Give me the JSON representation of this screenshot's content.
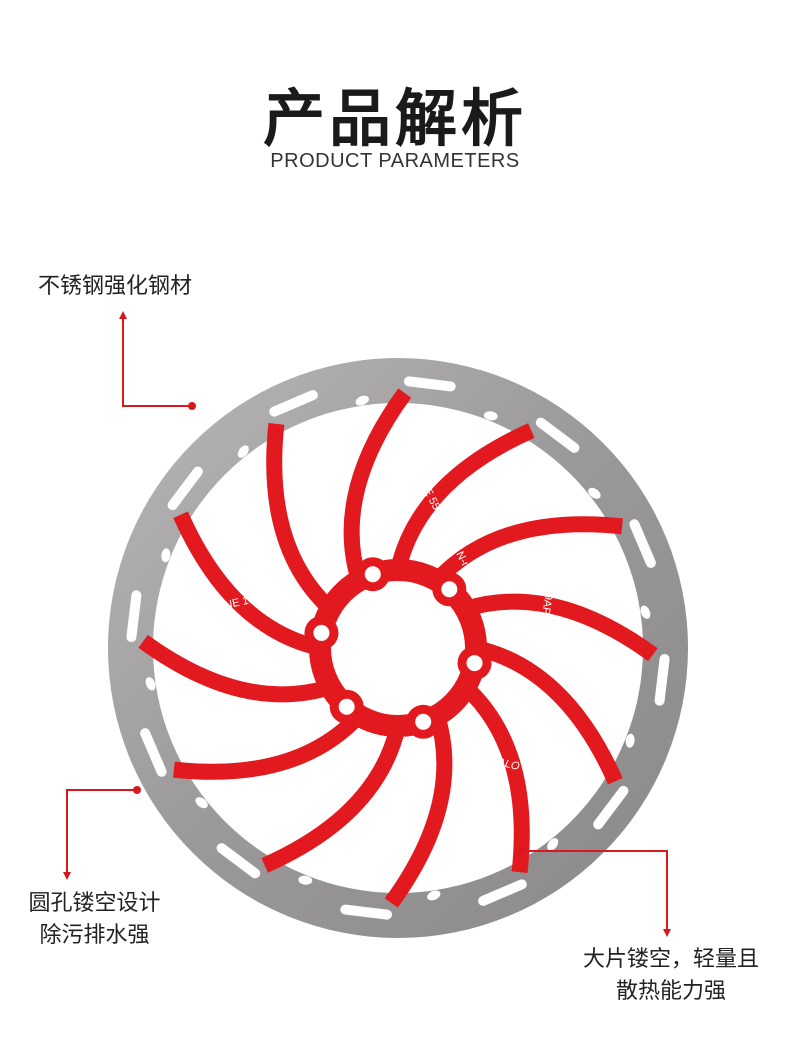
{
  "header": {
    "title": "产品解析",
    "subtitle": "PRODUCT PARAMETERS"
  },
  "callouts": {
    "steel": "不锈钢强化钢材",
    "holes_line1": "圆孔镂空设计",
    "holes_line2": "除污排水强",
    "cutout_line1": "大片镂空，轻量且",
    "cutout_line2": "散热能力强"
  },
  "rotor": {
    "engraving_torque": "BOLT TORQUE 55In-lbs 6.2 N-m",
    "engraving_model": "CENTERLINE 160",
    "engraving_code": "A19APR23",
    "engraving_brand": "JEDERALO",
    "steel_color": "#9e9c9c",
    "spider_color": "#e21a1f"
  },
  "colors": {
    "accent": "#d9181e"
  }
}
